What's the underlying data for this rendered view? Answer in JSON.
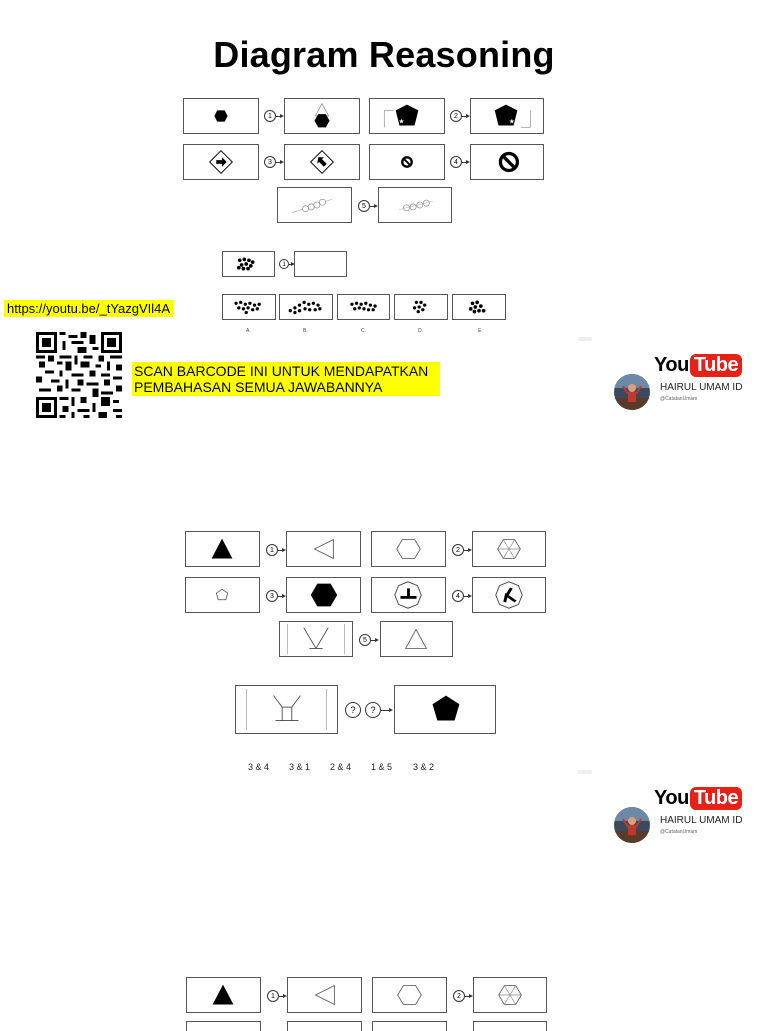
{
  "page": {
    "title": "Diagram Reasoning"
  },
  "section1": {
    "numbers": [
      "1",
      "2",
      "3",
      "4",
      "5",
      "1"
    ],
    "option_letters": [
      "A.",
      "B.",
      "C.",
      "D.",
      "E."
    ]
  },
  "promo": {
    "url": "https://youtu.be/_tYazgVIl4A",
    "scan_text": "SCAN BARCODE INI UNTUK MENDAPATKAN PEMBAHASAN SEMUA JAWABANNYA"
  },
  "channel": {
    "logo_you": "You",
    "logo_tube": "Tube",
    "name": "HAIRUL UMAM ID",
    "handle": "@CatatanUmam",
    "brand_color": "#e62117"
  },
  "section2": {
    "numbers": [
      "1",
      "2",
      "3",
      "4",
      "5"
    ],
    "question_marks": [
      "?",
      "?"
    ],
    "answers": [
      "3 & 4",
      "3 & 1",
      "2 & 4",
      "1 & 5",
      "3 & 2"
    ]
  },
  "section3": {
    "numbers": [
      "1",
      "2"
    ]
  }
}
